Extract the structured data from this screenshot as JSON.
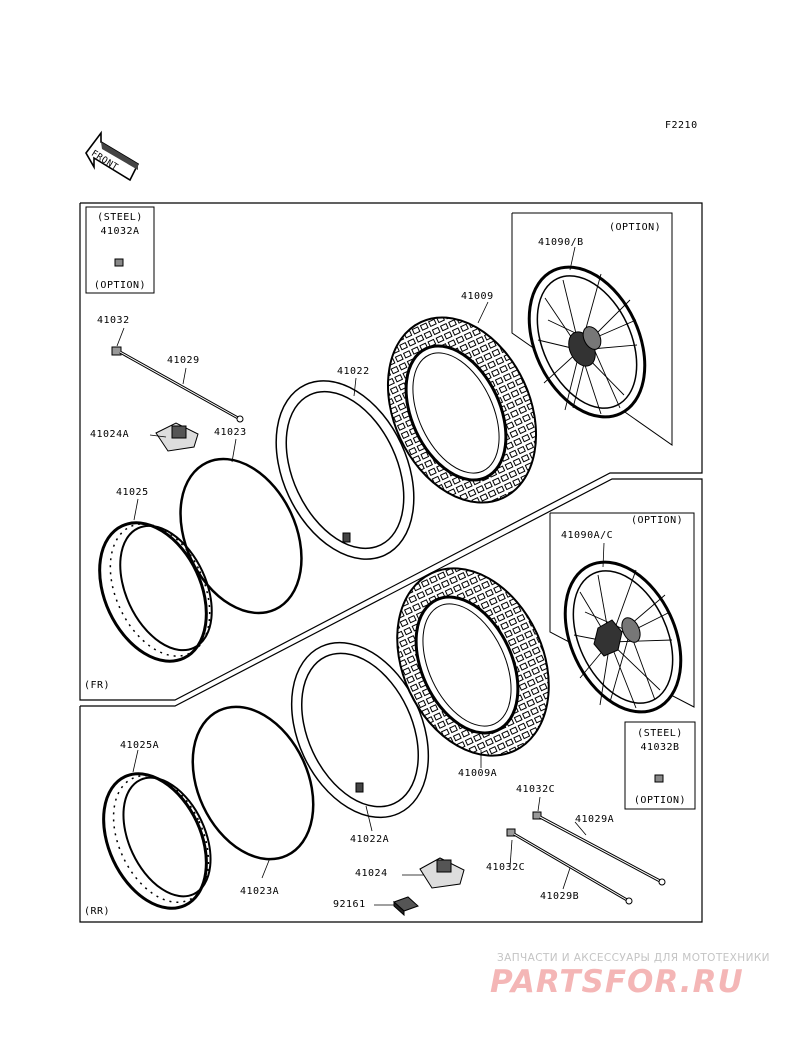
{
  "figure_code": "F2210",
  "front_marker": "FRONT",
  "sections": {
    "front": "(FR)",
    "rear": "(RR)"
  },
  "steel_option_front": {
    "steel": "(STEEL)",
    "part": "41032A",
    "option": "(OPTION)"
  },
  "steel_option_rear": {
    "steel": "(STEEL)",
    "part": "41032B",
    "option": "(OPTION)"
  },
  "wheel_option_front": {
    "option": "(OPTION)",
    "part": "41090/B"
  },
  "wheel_option_rear": {
    "option": "(OPTION)",
    "part": "41090A/C"
  },
  "parts": {
    "p41032": "41032",
    "p41029": "41029",
    "p41022": "41022",
    "p41009": "41009",
    "p41024A": "41024A",
    "p41023": "41023",
    "p41025": "41025",
    "p41025A": "41025A",
    "p41023A": "41023A",
    "p41022A": "41022A",
    "p41009A": "41009A",
    "p41032C_top": "41032C",
    "p41029A": "41029A",
    "p41024": "41024",
    "p41032C_bottom": "41032C",
    "p41029B": "41029B",
    "p92161": "92161"
  },
  "watermark": {
    "tagline": "ЗАПЧАСТИ И АКСЕССУАРЫ ДЛЯ МОТОТЕХНИКИ",
    "logo": "PARTSFOR.RU",
    "color": "#f4b6b6"
  }
}
